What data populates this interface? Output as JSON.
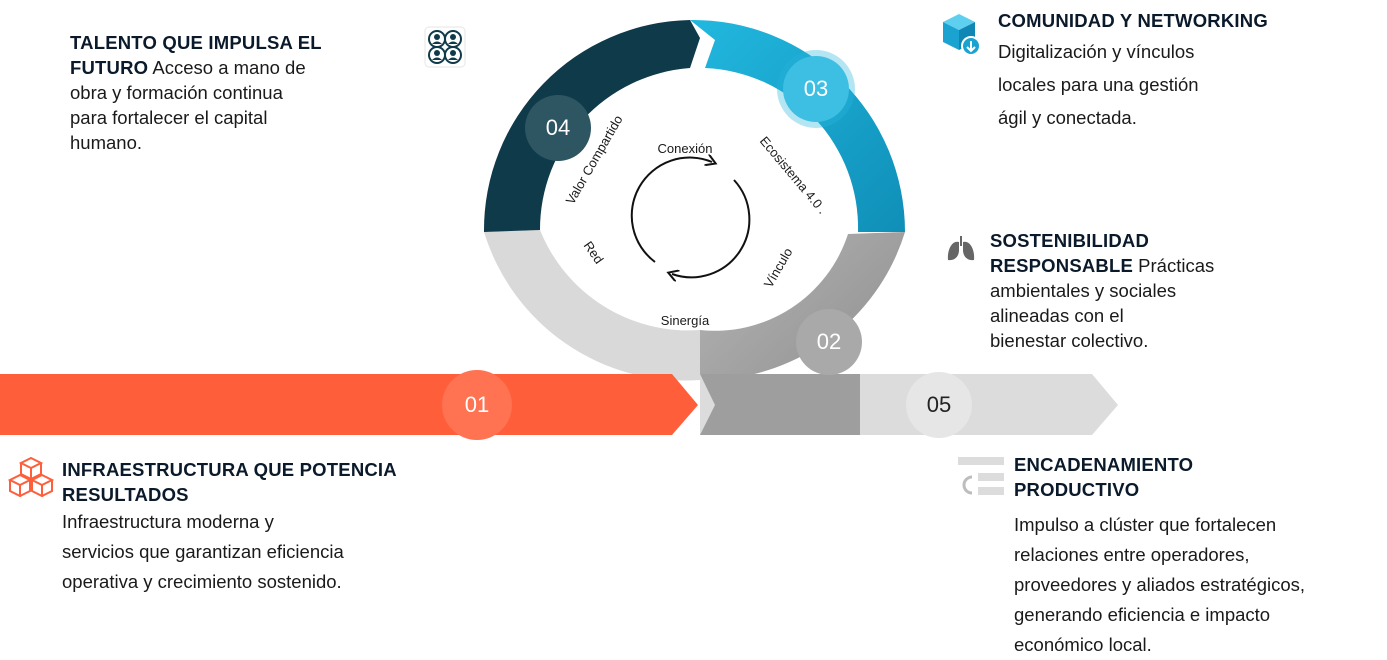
{
  "colors": {
    "orange": "#ff5e3a",
    "navy": "#0f3a4a",
    "cyan": "#15a6cf",
    "gray_dark": "#9b9b9b",
    "gray_light": "#d9d9d9"
  },
  "steps": {
    "s01": "01",
    "s02": "02",
    "s03": "03",
    "s04": "04",
    "s05": "05"
  },
  "ring_labels": {
    "conexion": "Conexión",
    "ecosistema": "Ecosistema 4.0 .",
    "vinculo": "Vínculo",
    "sinergia": "Sinergía",
    "red": "Red",
    "valor": "Valor Compartido"
  },
  "blocks": {
    "talento": {
      "title_1": "TALENTO QUE IMPULSA EL",
      "title_2": "FUTURO",
      "desc_1": "Acceso a mano de",
      "desc_2": "obra y formación continua",
      "desc_3": "para fortalecer el capital",
      "desc_4": "humano.",
      "icon": "people-group-icon"
    },
    "comunidad": {
      "title": "COMUNIDAD Y NETWORKING",
      "desc_1": "Digitalización y vínculos",
      "desc_2": "locales para una gestión",
      "desc_3": "ágil y conectada.",
      "icon": "box-download-icon"
    },
    "sostenibilidad": {
      "title_1": "SOSTENIBILIDAD",
      "title_2": "RESPONSABLE",
      "desc_1": "Prácticas",
      "desc_2": "ambientales y sociales",
      "desc_3": "alineadas con el",
      "desc_4": "bienestar colectivo.",
      "icon": "lungs-icon"
    },
    "infraestructura": {
      "title_1": "INFRAESTRUCTURA QUE POTENCIA",
      "title_2": "RESULTADOS",
      "desc_1": "Infraestructura moderna y",
      "desc_2": "servicios que garantizan eficiencia",
      "desc_3": "operativa y crecimiento sostenido.",
      "icon": "cubes-icon"
    },
    "encadenamiento": {
      "title_1": "ENCADENAMIENTO",
      "title_2": "PRODUCTIVO",
      "desc_1": "Impulso a clúster que fortalecen",
      "desc_2": "relaciones entre operadores,",
      "desc_3": "proveedores y aliados estratégicos,",
      "desc_4": "generando eficiencia e impacto",
      "desc_5": "económico local.",
      "icon": "chain-icon"
    }
  }
}
